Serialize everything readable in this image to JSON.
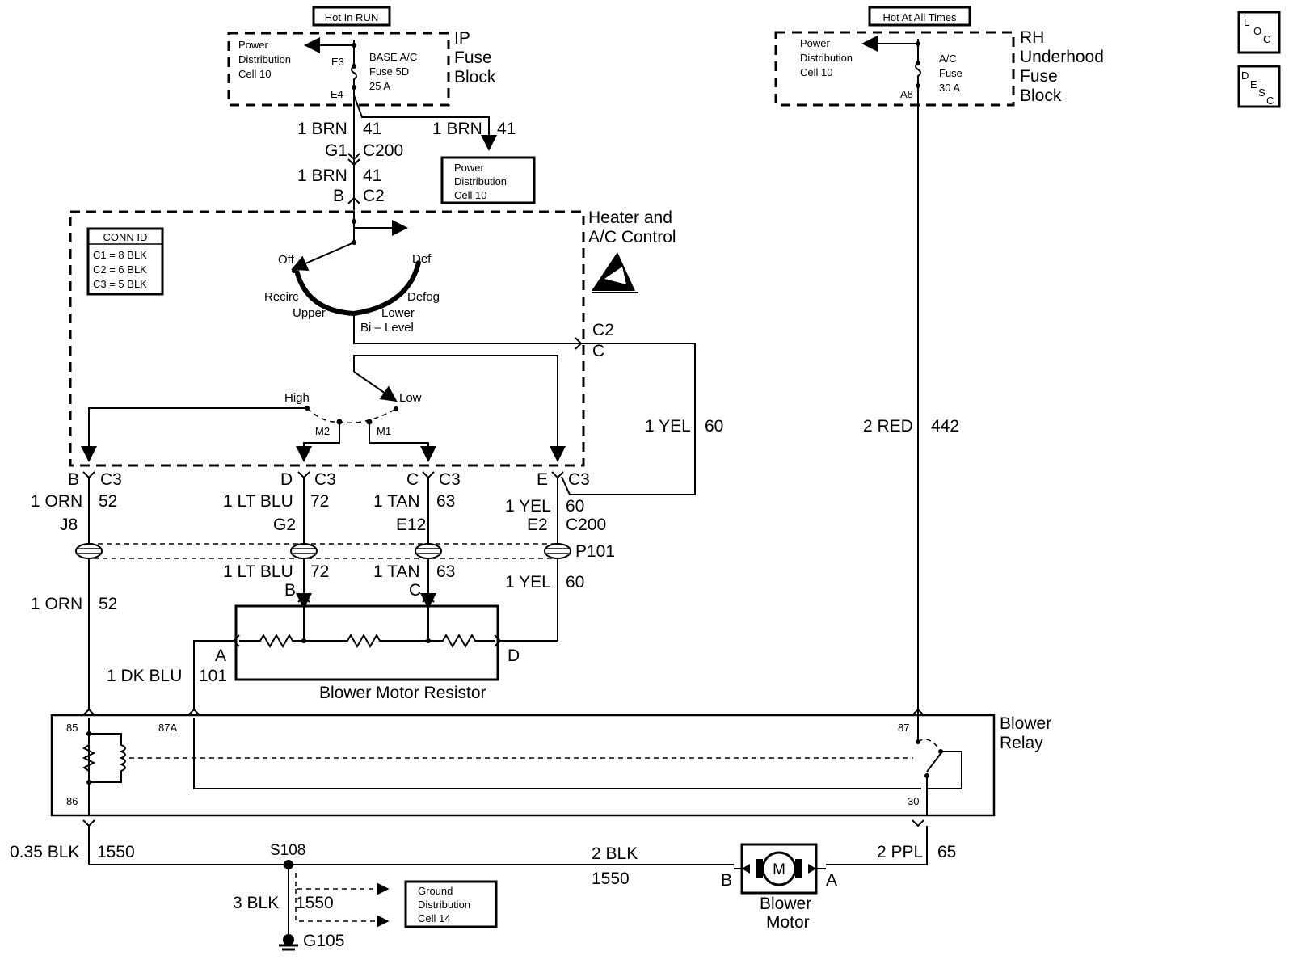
{
  "fuses": {
    "hot_run": "Hot In RUN",
    "hot_all": "Hot At All Times",
    "ip": {
      "title": [
        "IP",
        "Fuse",
        "Block"
      ],
      "pdc": [
        "Power",
        "Distribution",
        "Cell 10"
      ],
      "fuse": [
        "BASE A/C",
        "Fuse 5D",
        "25 A"
      ],
      "e3": "E3",
      "e4": "E4"
    },
    "rh": {
      "title": [
        "RH",
        "Underhood",
        "Fuse",
        "Block"
      ],
      "pdc": [
        "Power",
        "Distribution",
        "Cell 10"
      ],
      "fuse": [
        "A/C",
        "Fuse",
        "30 A"
      ],
      "a8": "A8"
    }
  },
  "icons": {
    "loc": [
      "L",
      "O",
      "C"
    ],
    "desc": [
      "D",
      "E",
      "S",
      "C"
    ]
  },
  "wires_top": {
    "brn1_a": "1 BRN",
    "n41_a": "41",
    "brn1_b": "1 BRN",
    "n41_b": "41",
    "g1": "G1",
    "c200": "C200",
    "brn1_c": "1 BRN",
    "n41_c": "41",
    "b": "B",
    "c2": "C2",
    "pdc_box": [
      "Power",
      "Distribution",
      "Cell 10"
    ]
  },
  "control": {
    "title": [
      "Heater and",
      "A/C Control"
    ],
    "conn_id": [
      "CONN ID",
      "C1 = 8 BLK",
      "C2 = 6 BLK",
      "C3 = 5 BLK"
    ],
    "mode": {
      "off": "Off",
      "def": "Def",
      "recirc": "Recirc",
      "defog": "Defog",
      "upper": "Upper",
      "lower": "Lower",
      "bilevel": "Bi – Level"
    },
    "speed": {
      "high": "High",
      "low": "Low",
      "m2": "M2",
      "m1": "M1"
    },
    "c2": "C2",
    "c": "C"
  },
  "wires_mid": {
    "yel1": "1 YEL",
    "n60": "60",
    "red2": "2 RED",
    "n442": "442",
    "b": "B",
    "c3_1": "C3",
    "d": "D",
    "c3_2": "C3",
    "c": "C",
    "c3_3": "C3",
    "e": "E",
    "c3_4": "C3",
    "orn1_a": "1 ORN",
    "n52_a": "52",
    "ltblu1_a": "1 LT BLU",
    "n72_a": "72",
    "tan1_a": "1 TAN",
    "n63_a": "63",
    "yel1_a": "1 YEL",
    "n60_a": "60",
    "j8": "J8",
    "g2": "G2",
    "e12": "E12",
    "e2": "E2",
    "c200": "C200",
    "p101": "P101",
    "ltblu1_b": "1 LT BLU",
    "n72_b": "72",
    "tan1_b": "1 TAN",
    "n63_b": "63",
    "yel1_b": "1 YEL",
    "n60_b": "60",
    "bb": "B",
    "cc": "C",
    "orn1_b": "1 ORN",
    "n52_b": "52"
  },
  "resistor": {
    "name": "Blower Motor Resistor",
    "a": "A",
    "d": "D",
    "dkblu": "1 DK BLU",
    "n101": "101"
  },
  "relay": {
    "name": [
      "Blower",
      "Relay"
    ],
    "p85": "85",
    "p87a": "87A",
    "p86": "86",
    "p87": "87",
    "p30": "30"
  },
  "bottom": {
    "blk035": "0.35 BLK",
    "n1550_a": "1550",
    "s108": "S108",
    "blk2": "2 BLK",
    "n1550_b": "1550",
    "blk3": "3 BLK",
    "n1550_c": "1550",
    "g105": "G105",
    "gdc": [
      "Ground",
      "Distribution",
      "Cell 14"
    ],
    "ppl2": "2 PPL",
    "n65": "65",
    "motor_m": "M",
    "motor_b": "B",
    "motor_a": "A",
    "motor_name": [
      "Blower",
      "Motor"
    ]
  }
}
